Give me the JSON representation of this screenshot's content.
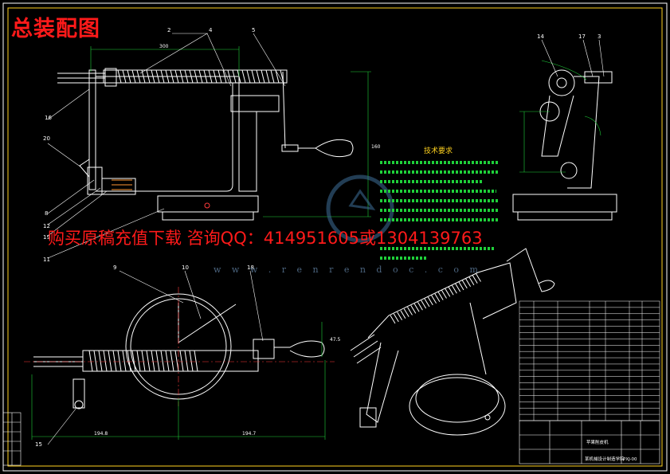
{
  "drawing_title": "总装配图",
  "download_banner": "购买原稿充值下载  咨询QQ：414951605或1304139763",
  "watermark_url": "w w w . r e n r e n d o c . c o m",
  "tech_requirements_title": "技术要求",
  "part_labels": {
    "front": [
      "16",
      "20",
      "8",
      "12",
      "19",
      "11",
      "2",
      "4",
      "5"
    ],
    "side": [
      "14",
      "17",
      "3"
    ],
    "top": [
      "9",
      "10",
      "18",
      "15"
    ]
  },
  "dimensions": {
    "front_width": "300",
    "front_height": "160",
    "top_left_len": "194.8",
    "top_right_len": "194.7",
    "top_height": "47.5"
  },
  "title_block": {
    "assembly_name": "苹果削皮机",
    "drawing_number": "PXJ-00",
    "school_text": "某机械设计制造学院"
  },
  "colors": {
    "background": "#000000",
    "outline": "#ffffff",
    "frame": "#ffd21f",
    "dimension": "#1fd03a",
    "center_line": "#ff3b3b",
    "accent_red": "#ff1a1a"
  }
}
